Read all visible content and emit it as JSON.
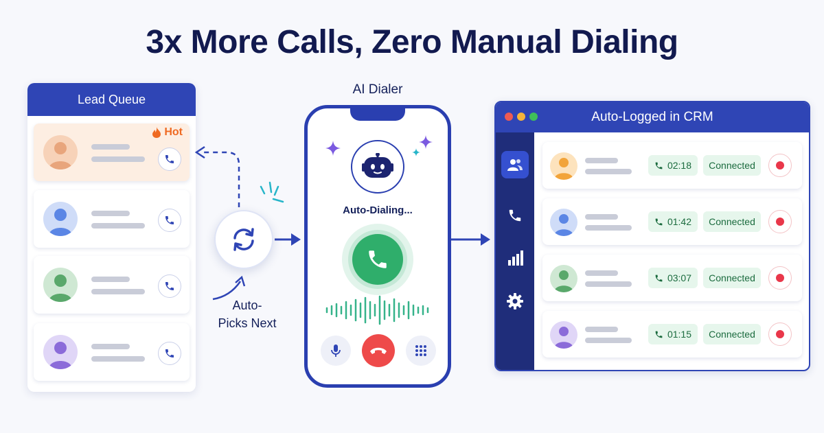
{
  "title": "3x More Calls, Zero Manual Dialing",
  "queue": {
    "title": "Lead Queue",
    "hot_label": "Hot",
    "leads": [
      {
        "color": "#e8a57c",
        "hot": true
      },
      {
        "color": "#5b86e5",
        "hot": false
      },
      {
        "color": "#5aa86b",
        "hot": false
      },
      {
        "color": "#8b6bd9",
        "hot": false
      }
    ]
  },
  "cycle": {
    "label_line1": "Auto-",
    "label_line2": "Picks Next"
  },
  "dialer": {
    "title": "AI Dialer",
    "status": "Auto-Dialing..."
  },
  "crm": {
    "title": "Auto-Logged in CRM",
    "rows": [
      {
        "duration": "02:18",
        "status": "Connected",
        "color": "#f2a43a"
      },
      {
        "duration": "01:42",
        "status": "Connected",
        "color": "#5b86e5"
      },
      {
        "duration": "03:07",
        "status": "Connected",
        "color": "#5aa86b"
      },
      {
        "duration": "01:15",
        "status": "Connected",
        "color": "#8b6bd9"
      }
    ]
  },
  "colors": {
    "brand": "#2f45b5",
    "accent_green": "#2fae6b",
    "end_call": "#ee4a4a",
    "hot": "#ef6a22"
  }
}
